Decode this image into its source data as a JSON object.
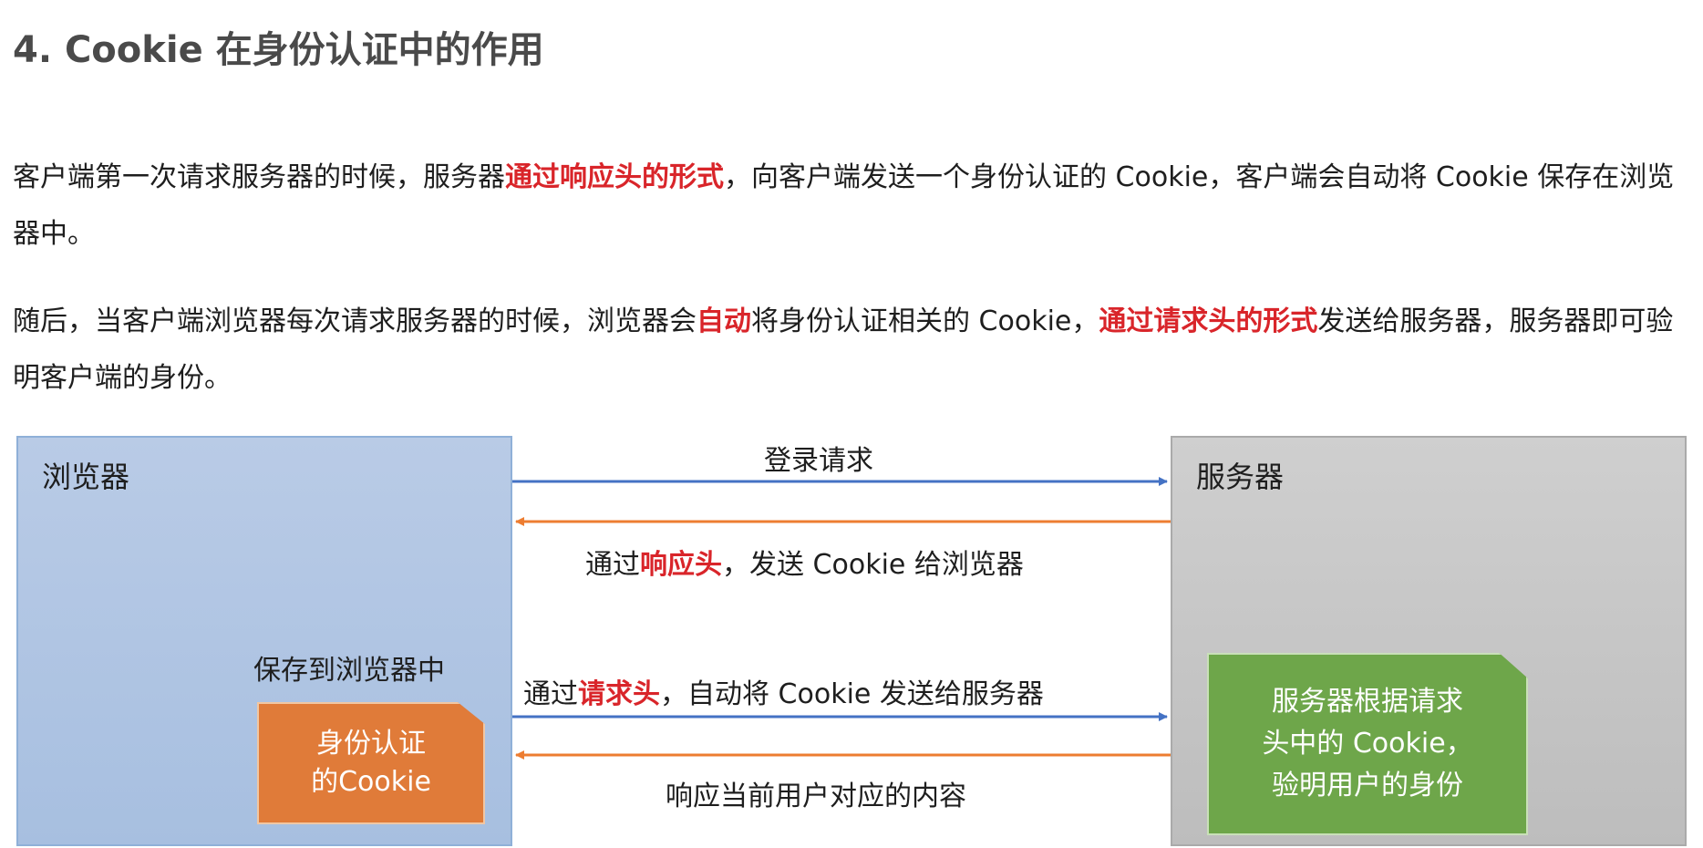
{
  "title": "4. Cookie 在身份认证中的作用",
  "paragraph1": {
    "part1": "客户端第一次请求服务器的时候，服务器",
    "highlight1": "通过响应头的形式",
    "part2": "，向客户端发送一个身份认证的 Cookie，客户端会自动将 Cookie 保存在浏览器中。"
  },
  "paragraph2": {
    "part1": "随后，当客户端浏览器每次请求服务器的时候，浏览器会",
    "highlight1": "自动",
    "part2": "将身份认证相关的 Cookie，",
    "highlight2": "通过请求头的形式",
    "part3": "发送给服务器，服务器即可验明客户端的身份。"
  },
  "diagram": {
    "browser_label": "浏览器",
    "server_label": "服务器",
    "save_label": "保存到浏览器中",
    "cookie_card": {
      "line1": "身份认证",
      "line2": "的Cookie"
    },
    "server_card": {
      "line1": "服务器根据请求",
      "line2": "头中的 Cookie，",
      "line3": "验明用户的身份"
    },
    "arrow_login": "登录请求",
    "arrow_response": {
      "prefix": "通过",
      "highlight": "响应头",
      "suffix": "，发送 Cookie 给浏览器"
    },
    "arrow_request": {
      "prefix": "通过",
      "highlight": "请求头",
      "suffix": "，自动将 Cookie 发送给服务器"
    },
    "arrow_content": "响应当前用户对应的内容",
    "colors": {
      "highlight": "#d9252a",
      "arrow_to_server": "#4472c4",
      "arrow_to_browser": "#ed7d31",
      "cookie_card": "#e07b39",
      "server_card": "#6ea64a",
      "browser_box": "#a7bfe0",
      "server_box": "#bdbdbd"
    }
  }
}
